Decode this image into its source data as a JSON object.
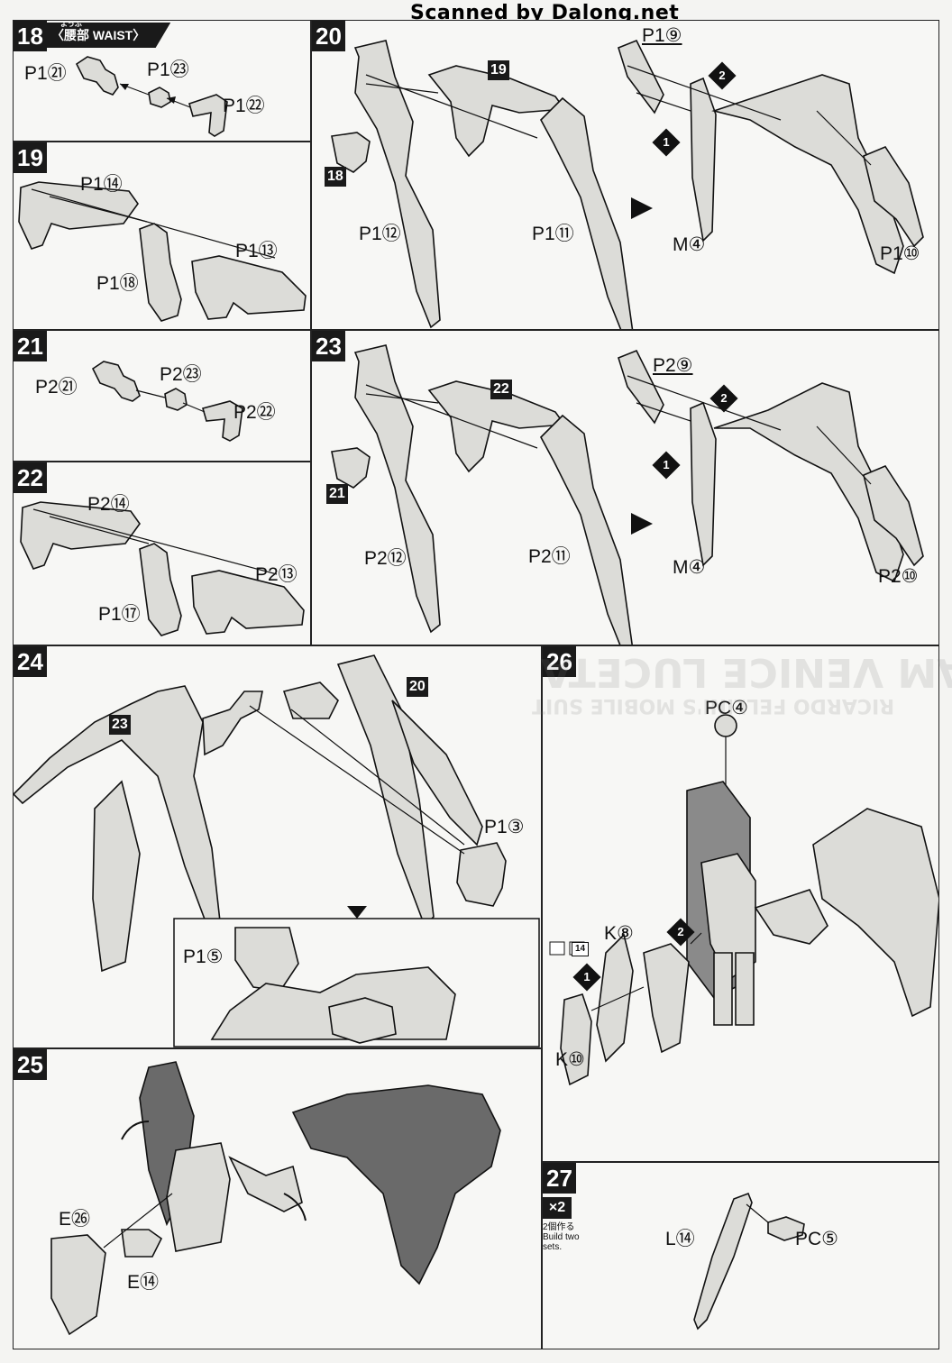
{
  "watermark": "Scanned by Dalong.net",
  "section": {
    "ruby": "ようぶ",
    "title": "〈腰部 WAIST〉"
  },
  "steps": {
    "s18": {
      "num": "18",
      "labels": [
        "P1㉑",
        "P1㉓",
        "P1㉒"
      ]
    },
    "s19": {
      "num": "19",
      "labels": [
        "P1⑭",
        "P1⑬",
        "P1⑱"
      ]
    },
    "s20": {
      "num": "20",
      "refs": [
        "19",
        "18"
      ],
      "labels": [
        "P1⑫",
        "P1⑪",
        "P1⑨",
        "M④",
        "P1⑩"
      ],
      "order": [
        "1",
        "2"
      ]
    },
    "s21": {
      "num": "21",
      "labels": [
        "P2㉑",
        "P2㉓",
        "P2㉒"
      ]
    },
    "s22": {
      "num": "22",
      "labels": [
        "P2⑭",
        "P2⑬",
        "P1⑰"
      ]
    },
    "s23": {
      "num": "23",
      "refs": [
        "22",
        "21"
      ],
      "labels": [
        "P2⑫",
        "P2⑪",
        "P2⑨",
        "M④",
        "P2⑩"
      ],
      "order": [
        "1",
        "2"
      ]
    },
    "s24": {
      "num": "24",
      "refs": [
        "23",
        "20"
      ],
      "labels": [
        "P1③",
        "P1⑤"
      ]
    },
    "s25": {
      "num": "25",
      "labels": [
        "E㉖",
        "E⑭"
      ]
    },
    "s26": {
      "num": "26",
      "labels": [
        "PC④",
        "K⑧",
        "K⑩"
      ],
      "order": [
        "1",
        "2"
      ],
      "page_ref": "14"
    },
    "s27": {
      "num": "27",
      "multiplier": "×2",
      "note_jp": "2個作る",
      "note_en": "Build two sets.",
      "labels": [
        "L⑭",
        "PC⑤"
      ]
    }
  },
  "ghost_text": {
    "title": "GUNDAM VENICE LUCETA",
    "subtitle": "RICARDO FELLINI'S MOBILE SUIT"
  },
  "colors": {
    "ink": "#111111",
    "paper": "#f7f7f5",
    "part_fill": "#d9d9d6",
    "dark_part": "#5a5a5a"
  }
}
